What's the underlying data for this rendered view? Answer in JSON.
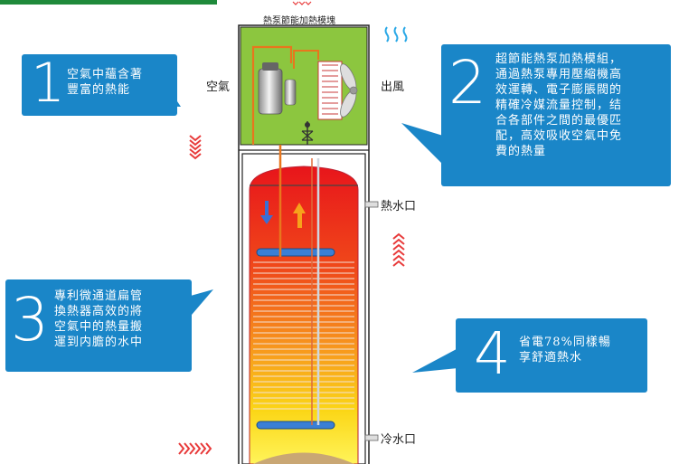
{
  "module_title": "熱泵節能加熱模塊",
  "labels": {
    "air": "空氣",
    "wind_out": "出風",
    "hot_water_outlet": "熱水口",
    "cold_water_inlet": "冷水口"
  },
  "callouts": [
    {
      "number": "1",
      "text": "空氣中蘊含著\n豐富的熱能"
    },
    {
      "number": "2",
      "text": "超節能熱泵加熱模組，\n通過熱泵專用壓縮機高\n效運轉、電子膨脹閥的\n精確冷媒流量控制，结\n合各部件之間的最優匹\n配，高效吸收空氣中免\n費的熱量"
    },
    {
      "number": "3",
      "text": "專利微通道扁管\n換熱器高效的將\n空氣中的熱量搬\n運到内膽的水中"
    },
    {
      "number": "4",
      "text": "省電78%同樣暢\n享舒適熱水"
    }
  ],
  "colors": {
    "callout": "#1a86c8",
    "module_green": "#8cc63f",
    "arrow_red": "#e83a3a",
    "top_bar": "#1f8a3b"
  }
}
